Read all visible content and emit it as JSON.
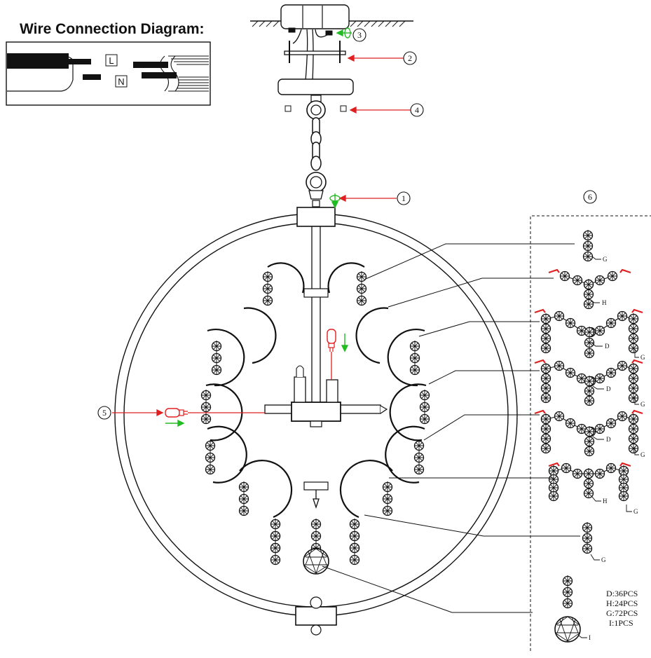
{
  "wire_diagram": {
    "title": "Wire Connection Diagram:",
    "live_label": "L",
    "neutral_label": "N"
  },
  "callouts": [
    "1",
    "2",
    "3",
    "4",
    "5",
    "6"
  ],
  "strand_labels": {
    "g": "G",
    "h": "H",
    "d": "D",
    "i": "I"
  },
  "parts_list": [
    "D:36PCS",
    "H:24PCS",
    "G:72PCS",
    "I:1PCS"
  ],
  "colors": {
    "line": "#111111",
    "pointer_red": "#e02020",
    "arrow_green": "#22bb22"
  }
}
